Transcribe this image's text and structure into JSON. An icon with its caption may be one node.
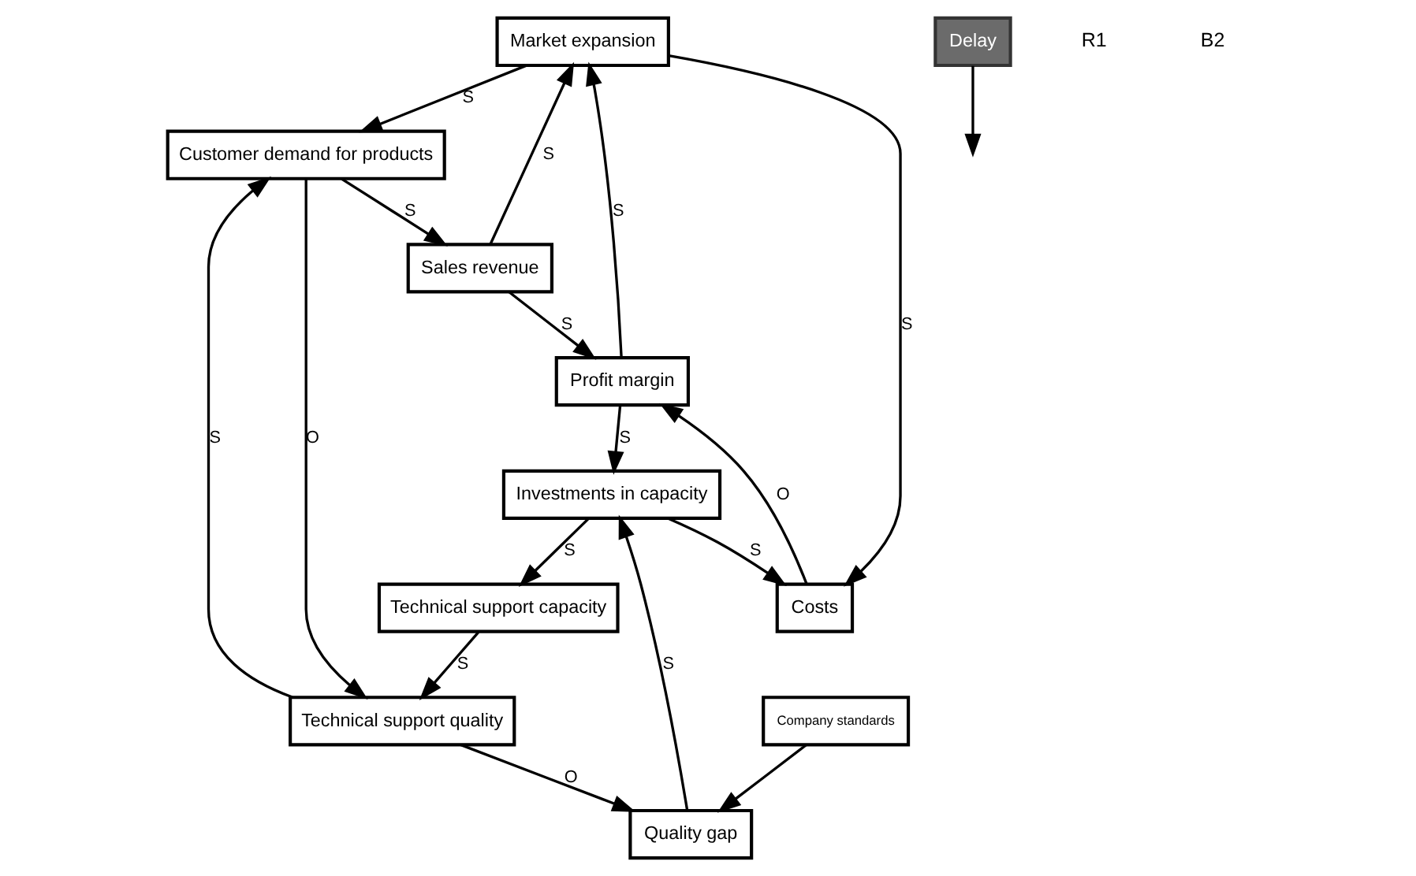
{
  "diagram": {
    "nodes": [
      {
        "text": [
          "Market expansion"
        ]
      },
      {
        "text": [
          "Customer demand for products"
        ]
      },
      {
        "text": [
          "Sales revenue"
        ]
      },
      {
        "text": [
          "Technical support quality"
        ]
      },
      {
        "text": [
          "Company standards"
        ]
      },
      {
        "text": [
          "Profit margin"
        ]
      },
      {
        "text": [
          "Technical support capacity"
        ]
      },
      {
        "text": [
          "Delay"
        ]
      },
      {
        "text": [
          "Quality gap"
        ]
      },
      {
        "text": [
          "Costs"
        ]
      },
      {
        "text": [
          "Investments in capacity"
        ]
      }
    ],
    "edges": [
      {
        "from": 0,
        "to": 1,
        "arrow": "to",
        "label": "S"
      },
      {
        "from": 3,
        "to": 1,
        "arrow": "to",
        "label": "S"
      },
      {
        "from": 1,
        "to": 2,
        "arrow": "to",
        "label": "S"
      },
      {
        "from": 2,
        "to": 0,
        "arrow": "to",
        "label": "S"
      },
      {
        "from": 1,
        "to": 3,
        "arrow": "to",
        "label": "O"
      },
      {
        "from": 2,
        "to": 5,
        "arrow": "to",
        "label": "S"
      },
      {
        "from": 5,
        "to": 0,
        "arrow": "to",
        "label": "S"
      },
      {
        "from": 0,
        "to": 9,
        "arrow": "to",
        "label": "S"
      },
      {
        "from": 9,
        "to": 5,
        "arrow": "to",
        "label": "O"
      },
      {
        "from": 5,
        "to": 10,
        "arrow": "to",
        "label": "S"
      },
      {
        "from": 10,
        "to": 9,
        "arrow": "to",
        "label": "S"
      },
      {
        "from": 3,
        "to": 8,
        "arrow": "to",
        "label": "O"
      },
      {
        "from": 4,
        "to": 8,
        "arrow": "to"
      },
      {
        "from": 8,
        "to": 10,
        "arrow": "to",
        "label": "S"
      },
      {
        "from": 10,
        "to": 6,
        "arrow": "to",
        "label": "S"
      },
      {
        "from": 6,
        "to": 3,
        "arrow": "to",
        "label": "S"
      },
      {
        "from": 7,
        "to": null,
        "arrow": "to"
      }
    ],
    "labels": [
      "R1",
      "B2"
    ]
  }
}
